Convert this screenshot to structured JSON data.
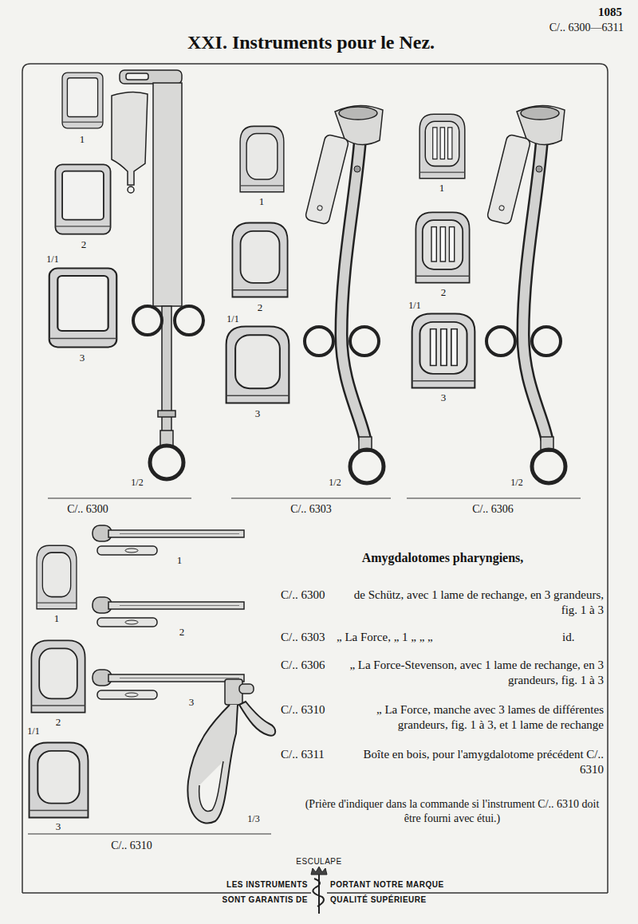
{
  "diagram": {
    "title": "XXI. Instruments pour le Nez.",
    "labels": [
      "1085",
      "C/.. 6300—6311",
      "1",
      "2",
      "1/1",
      "3",
      "1/2",
      "C/.. 6300",
      "1",
      "2",
      "1/1",
      "3",
      "1/2",
      "C/.. 6303",
      "1",
      "2",
      "1/1",
      "3",
      "1/2",
      "C/.. 6306",
      "1",
      "2",
      "3",
      "1",
      "2",
      "1/1",
      "3",
      "1/3",
      "C/.. 6310",
      "Amygdalotomes pharyngiens,",
      "C/.. 6300",
      "de Schütz, avec 1 lame de rechange, en 3 grandeurs, fig. 1 à 3",
      "C/.. 6303",
      "„ La Force, „ 1 „ „ „",
      "id.",
      "C/.. 6306",
      "„ La Force-Stevenson, avec 1 lame de rechange, en 3 grandeurs, fig. 1 à 3",
      "C/.. 6310",
      "„ La Force, manche avec 3 lames de différentes grandeurs, fig. 1 à 3, et 1 lame de rechange",
      "C/.. 6311",
      "Boîte en bois, pour l'amygdalotome précédent C/.. 6310",
      "(Prière d'indiquer dans la commande si l'instrument C/.. 6310 doit être fourni avec étui.)",
      "ESCULAPE",
      "LES INSTRUMENTS",
      "PORTANT NOTRE MARQUE",
      "SONT GARANTIS DE",
      "QUALITÉ SUPÉRIEURE"
    ]
  }
}
